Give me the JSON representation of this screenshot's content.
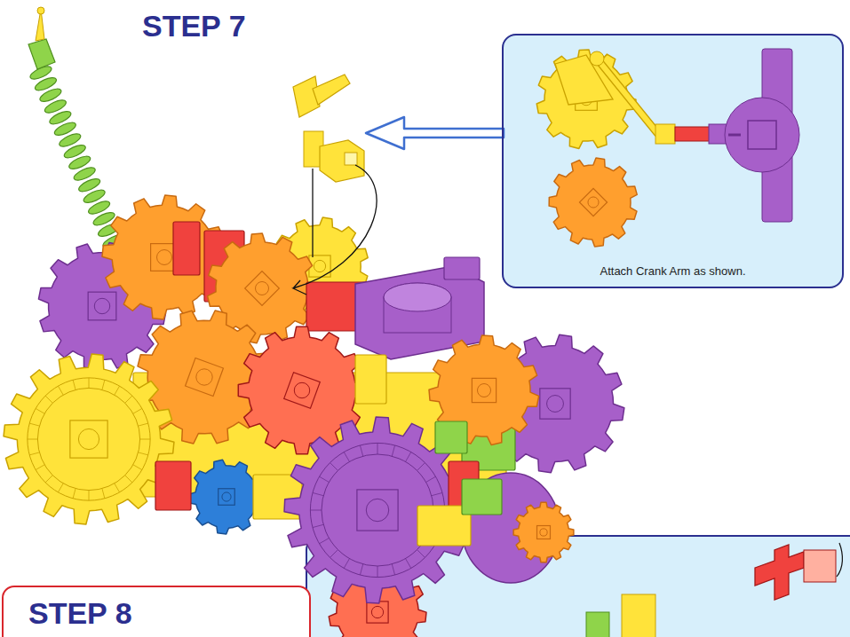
{
  "diagram": {
    "title": "STEP 7",
    "nodes": [
      {
        "text": [
          "Attach Crank Arm as shown."
        ]
      },
      {
        "text": [
          "STEP 8"
        ]
      }
    ]
  }
}
